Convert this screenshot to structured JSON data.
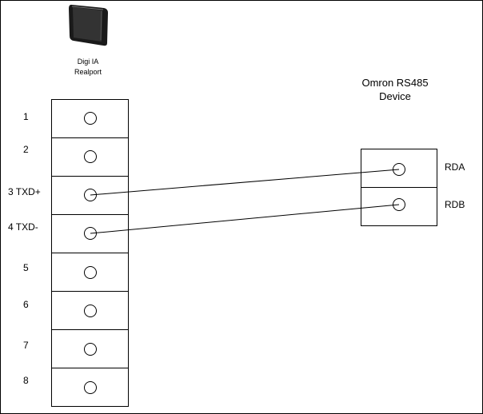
{
  "device_left": {
    "title_line1": "Digi IA",
    "title_line2": "Realport",
    "pins": [
      {
        "label": "1"
      },
      {
        "label": "2"
      },
      {
        "label": "3 TXD+"
      },
      {
        "label": "4 TXD-"
      },
      {
        "label": "5"
      },
      {
        "label": "6"
      },
      {
        "label": "7"
      },
      {
        "label": "8"
      }
    ]
  },
  "device_right": {
    "title_line1": "Omron RS485",
    "title_line2": "Device",
    "pins": [
      {
        "label": "RDA"
      },
      {
        "label": "RDB"
      }
    ]
  },
  "connections": [
    {
      "from": "3 TXD+",
      "to": "RDA"
    },
    {
      "from": "4 TXD-",
      "to": "RDB"
    }
  ],
  "colors": {
    "line": "#000000",
    "background": "#ffffff",
    "device_body": "#1a1a1a"
  },
  "icons": {
    "device_image": "digi-device-icon"
  }
}
